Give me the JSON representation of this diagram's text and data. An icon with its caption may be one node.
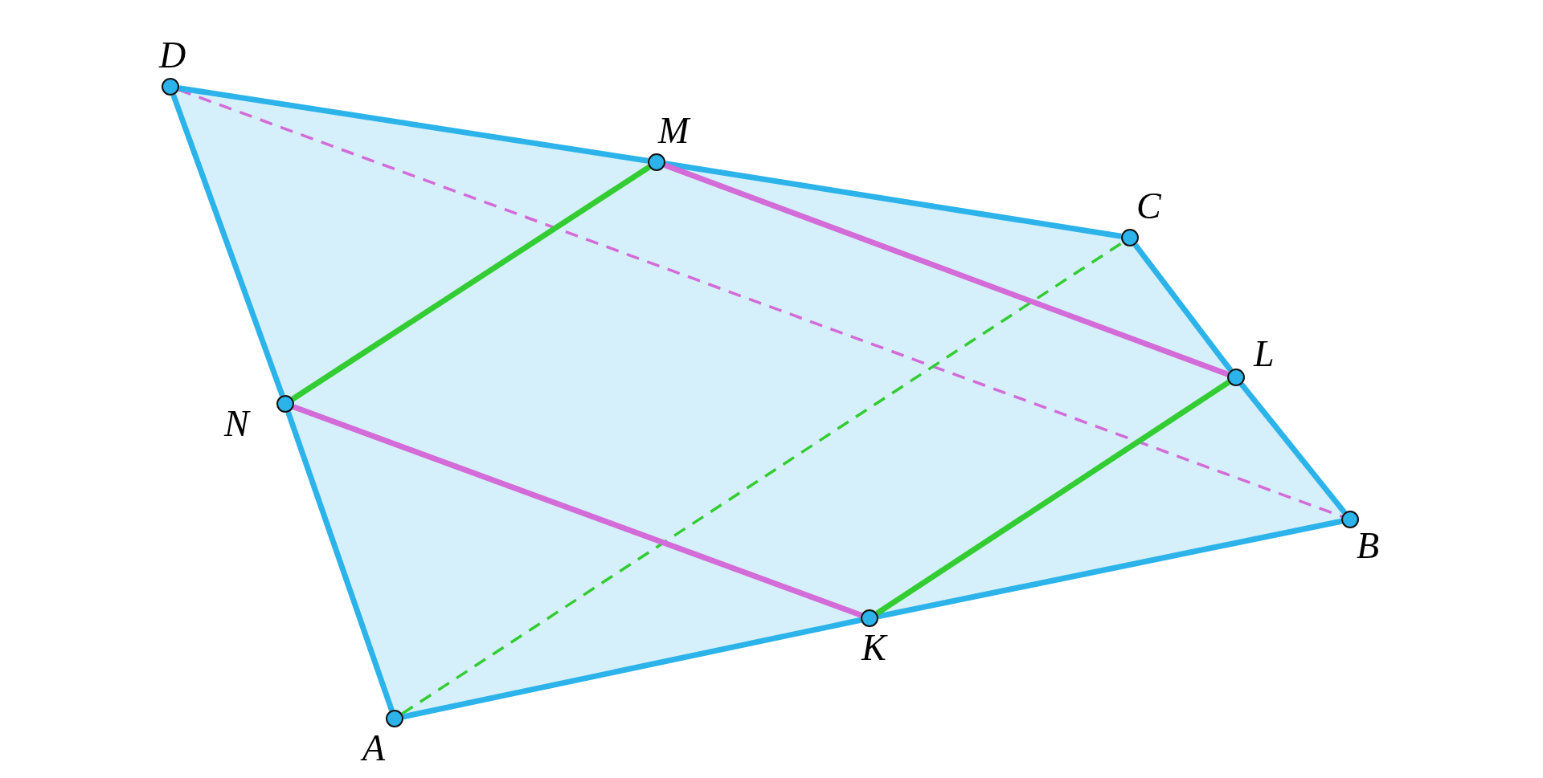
{
  "diagram": {
    "nodes": [
      {
        "text": [
          "D"
        ]
      },
      {
        "text": [
          "M"
        ]
      },
      {
        "text": [
          "C"
        ]
      },
      {
        "text": [
          "L"
        ]
      },
      {
        "text": [
          "N"
        ]
      },
      {
        "text": [
          "B"
        ]
      },
      {
        "text": [
          "K"
        ]
      },
      {
        "text": [
          "A"
        ]
      }
    ],
    "edges": [
      {
        "from": 0,
        "to": 1,
        "arrow": "none"
      },
      {
        "from": 1,
        "to": 2,
        "arrow": "none"
      },
      {
        "from": 2,
        "to": 3,
        "arrow": "none"
      },
      {
        "from": 3,
        "to": 5,
        "arrow": "none"
      },
      {
        "from": 5,
        "to": 6,
        "arrow": "none"
      },
      {
        "from": 6,
        "to": 7,
        "arrow": "none"
      },
      {
        "from": 7,
        "to": 4,
        "arrow": "none"
      },
      {
        "from": 4,
        "to": 0,
        "arrow": "none"
      },
      {
        "from": 4,
        "to": 1,
        "arrow": "none",
        "color": "#33cc33"
      },
      {
        "from": 3,
        "to": 6,
        "arrow": "none",
        "color": "#33cc33"
      },
      {
        "from": 1,
        "to": 3,
        "arrow": "none",
        "color": "#d36bd8"
      },
      {
        "from": 4,
        "to": 6,
        "arrow": "none",
        "color": "#d36bd8"
      },
      {
        "from": 0,
        "to": 5,
        "arrow": "none",
        "style": "dashed",
        "color": "#d36bd8"
      },
      {
        "from": 7,
        "to": 2,
        "arrow": "none",
        "style": "dashed",
        "color": "#33cc33"
      }
    ]
  }
}
